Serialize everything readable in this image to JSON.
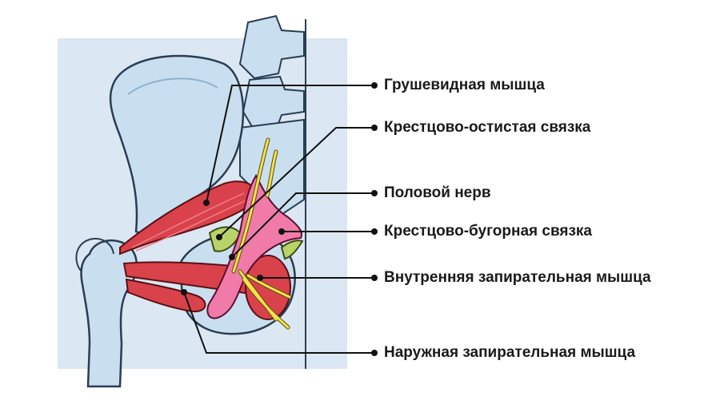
{
  "labels": [
    {
      "id": "piriformis",
      "text": "Грушевидная мышца"
    },
    {
      "id": "sacrospinous",
      "text": "Крестцово-остистая связка"
    },
    {
      "id": "pudendal",
      "text": "Половой нерв"
    },
    {
      "id": "sacrotuberous",
      "text": "Крестцово-бугорная связка"
    },
    {
      "id": "obturator_internus",
      "text": "Внутренняя запирательная мышца"
    },
    {
      "id": "obturator_externus",
      "text": "Наружная запирательная мышца"
    }
  ],
  "colors": {
    "panel": "#dbe7f2",
    "bone": "#c9dff0",
    "bone_outline": "#2a3d52",
    "muscle": "#d9424b",
    "muscle_light": "#ef7d86",
    "ligament": "#f07ba8",
    "nerve": "#f3e34a",
    "green": "#b9d36b",
    "leader": "#111111"
  }
}
